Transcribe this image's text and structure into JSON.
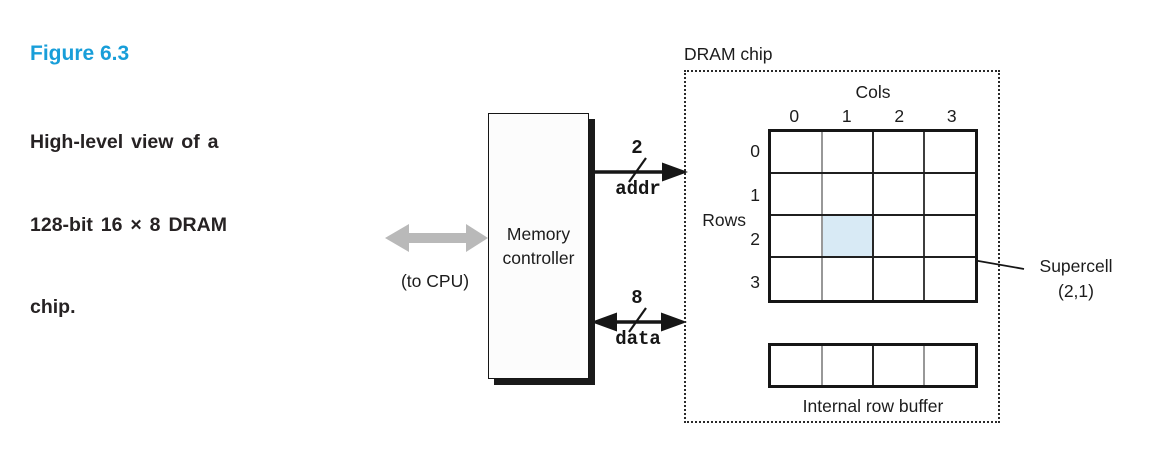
{
  "caption": {
    "figure_label": "Figure 6.3",
    "lines": [
      "High-level view of a",
      "128-bit 16 × 8 DRAM",
      "chip."
    ]
  },
  "cpu": {
    "label": "(to CPU)"
  },
  "controller": {
    "line1": "Memory",
    "line2": "controller"
  },
  "addr_bus": {
    "width": "2",
    "label": "addr"
  },
  "data_bus": {
    "width": "8",
    "label": "data"
  },
  "dram": {
    "title": "DRAM chip",
    "cols_label": "Cols",
    "rows_label": "Rows",
    "col_indices": [
      "0",
      "1",
      "2",
      "3"
    ],
    "row_indices": [
      "0",
      "1",
      "2",
      "3"
    ],
    "highlighted_cell": {
      "row": 2,
      "col": 1
    },
    "supercell_label_line1": "Supercell",
    "supercell_label_line2": "(2,1)",
    "row_buffer_label": "Internal row buffer"
  },
  "colors": {
    "figure_label_accent": "#189ed9",
    "supercell_highlight": "#d8eaf5",
    "cpu_arrow_gray": "#b9b9b9",
    "line_black": "#161616"
  }
}
